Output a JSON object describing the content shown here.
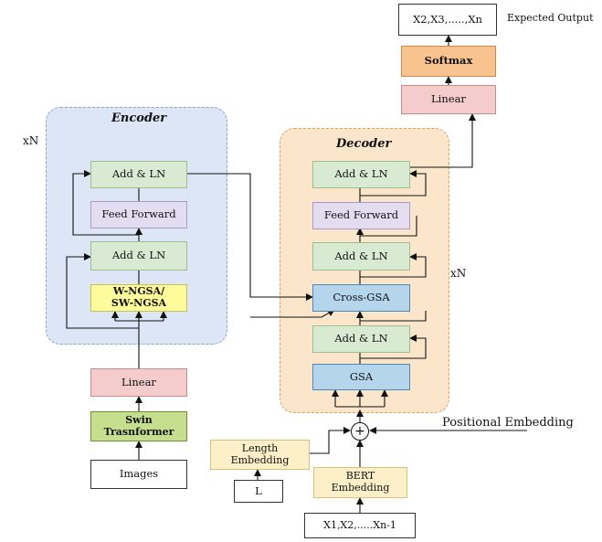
{
  "encoder": {
    "title": "Encoder",
    "repeat": "xN",
    "add_ln_top": "Add & LN",
    "feed_forward": "Feed Forward",
    "add_ln_bottom": "Add & LN",
    "attention": "W-NGSA/ SW-NGSA"
  },
  "decoder": {
    "title": "Decoder",
    "repeat": "xN",
    "add_ln_top": "Add & LN",
    "feed_forward": "Feed Forward",
    "add_ln_middle": "Add & LN",
    "cross_gsa": "Cross-GSA",
    "add_ln_bottom": "Add & LN",
    "gsa": "GSA"
  },
  "input_pipeline": {
    "linear": "Linear",
    "swin": "Swin Trasnformer",
    "images": "Images"
  },
  "output_pipeline": {
    "linear": "Linear",
    "softmax": "Softmax",
    "output": "X2,X3,.....,Xn",
    "output_label": "Expected Output"
  },
  "embeddings": {
    "length": "Length Embedding",
    "length_input": "L",
    "bert": "BERT Embedding",
    "bert_input": "X1,X2,.....Xn-1",
    "plus": "+",
    "positional": "Positional Embedding"
  },
  "colors": {
    "encoder_bg": "#dce6f6",
    "decoder_bg": "#fbe6cc",
    "add_ln": "#d9ead3",
    "feed_forward": "#e2ddf0",
    "attention": "#fdfb9c",
    "linear": "#f4cccc",
    "swin": "#c6df8f",
    "gsa": "#b4d5ec",
    "softmax": "#f9c38f",
    "embedding": "#fdf0c8"
  }
}
